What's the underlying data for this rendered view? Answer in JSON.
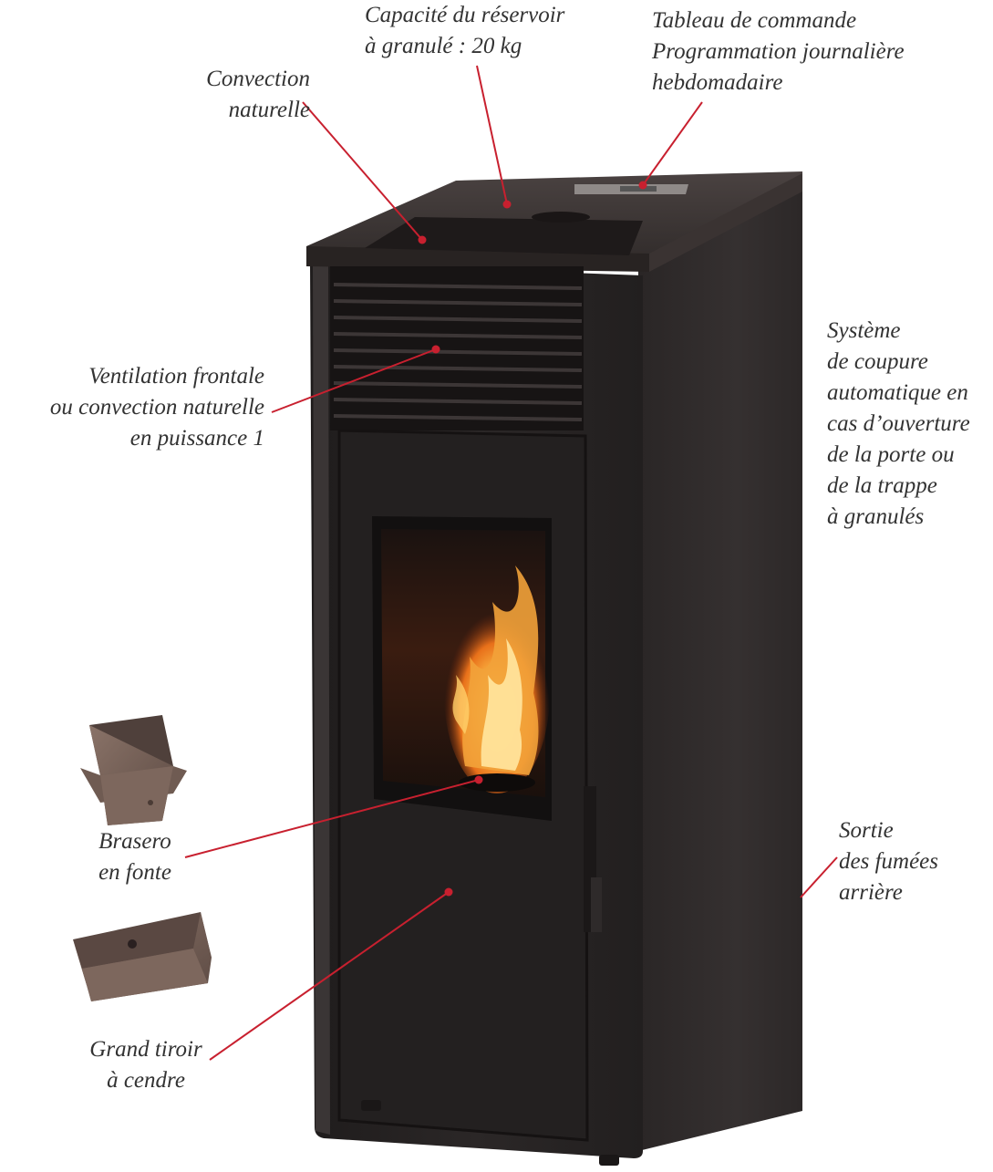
{
  "labels": {
    "capacite": {
      "line1": "Capacité du réservoir",
      "line2": "à granulé : 20 kg"
    },
    "tableau": {
      "line1": "Tableau de commande",
      "line2": "Programmation journalière",
      "line3": "hebdomadaire"
    },
    "convection": {
      "line1": "Convection",
      "line2": "naturelle"
    },
    "ventilation": {
      "line1": "Ventilation frontale",
      "line2": "ou convection naturelle",
      "line3": "en puissance 1"
    },
    "systeme": {
      "line1": "Système",
      "line2": "de coupure",
      "line3": "automatique en",
      "line4": "cas d’ouverture",
      "line5": "de la porte ou",
      "line6": "de la trappe",
      "line7": "à granulés"
    },
    "brasero": {
      "line1": "Brasero",
      "line2": "en fonte"
    },
    "sortie": {
      "line1": "Sortie",
      "line2": "des fumées",
      "line3": "arrière"
    },
    "tiroir": {
      "line1": "Grand tiroir",
      "line2": "à cendre"
    }
  },
  "colors": {
    "leader_line": "#c8202f",
    "stove_body": "#2a2626",
    "stove_top": "#3b3433",
    "text": "#333333",
    "cast_iron": "#6f5b52"
  }
}
